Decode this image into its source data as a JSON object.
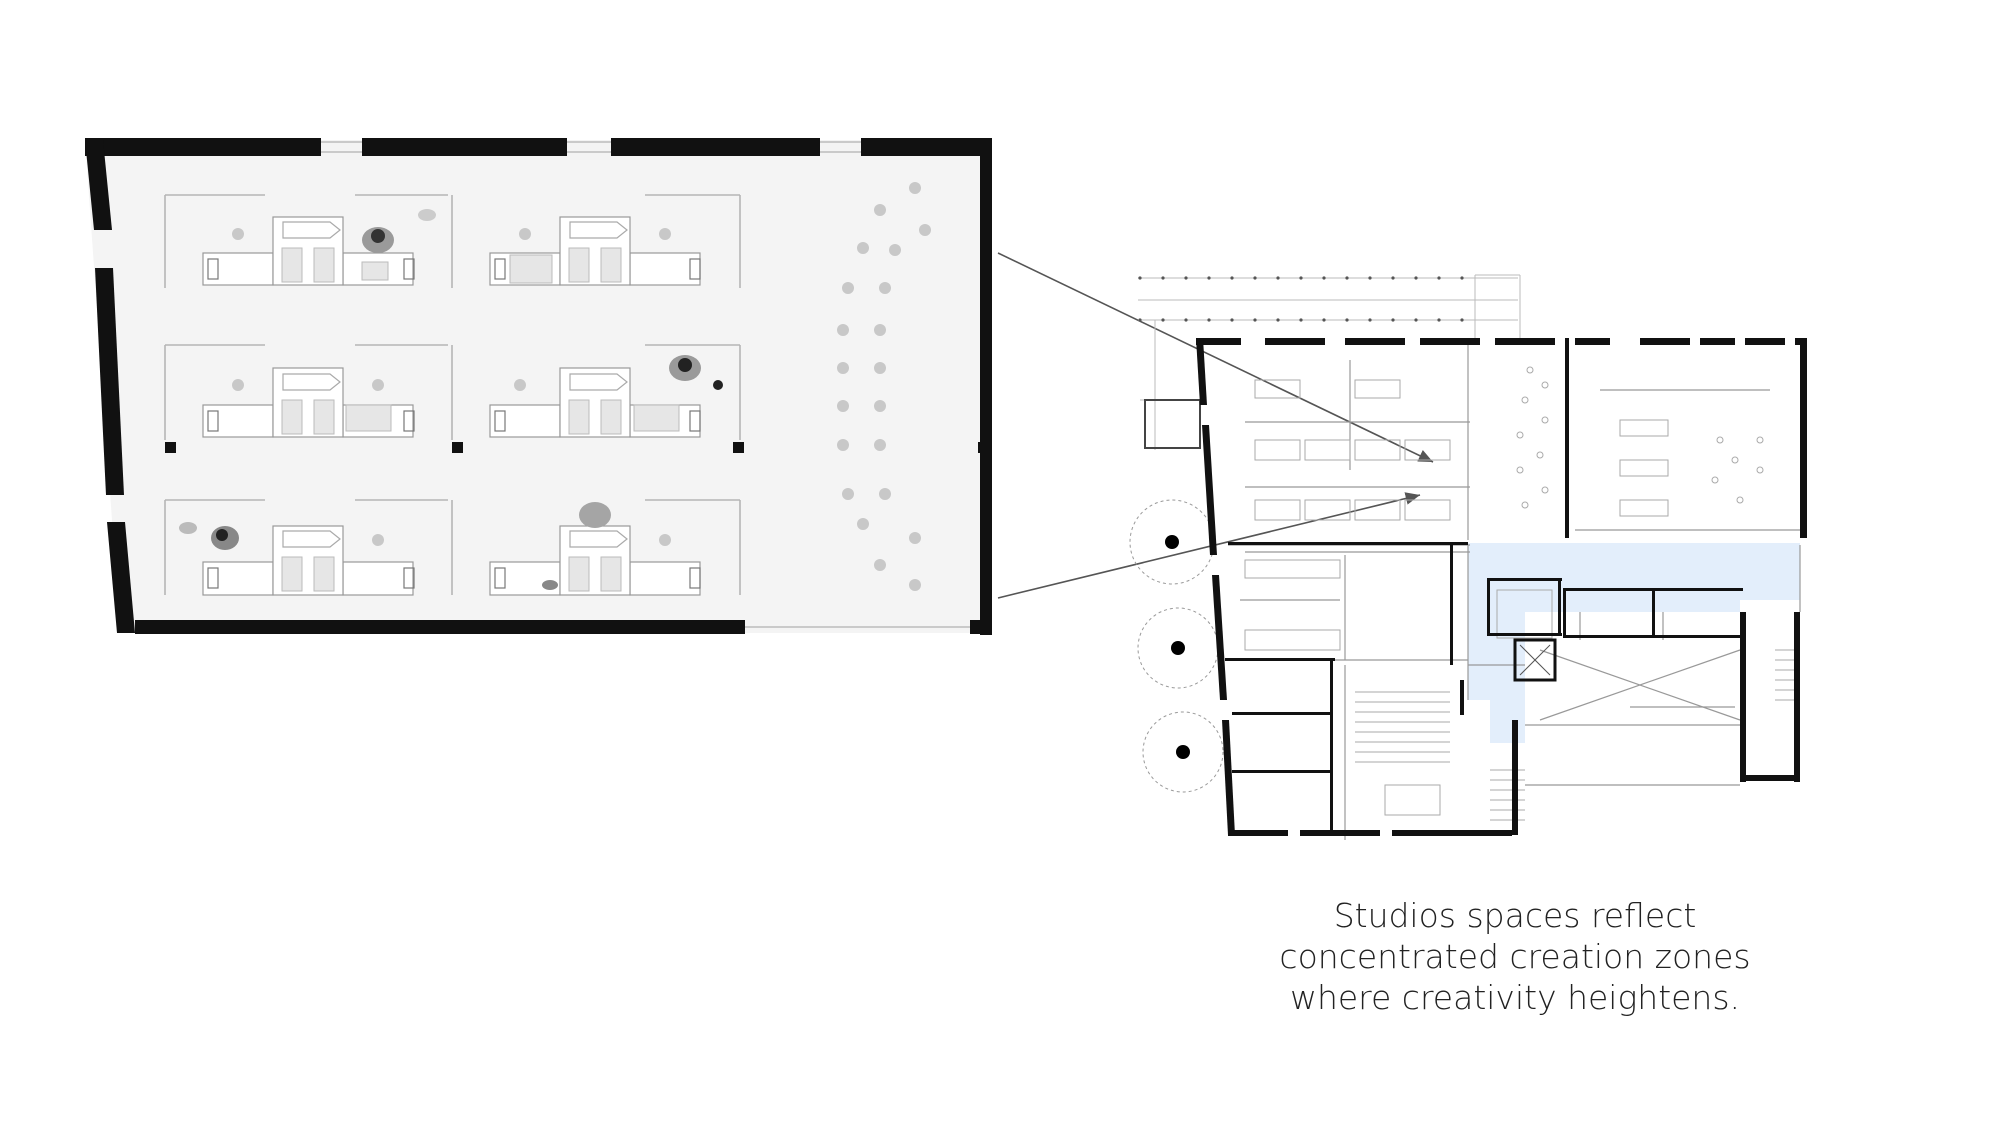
{
  "diagram": {
    "type": "architectural floor plan with enlarged studio detail",
    "caption": {
      "line1": "Studios spaces reflect",
      "line2": "concentrated creation zones",
      "line3": "where creativity heightens."
    },
    "colors": {
      "wall": "#111111",
      "line": "#9a9a9a",
      "circulation": "#e3eefb",
      "detail_background": "#f4f4f4",
      "pointer": "#555555"
    }
  }
}
